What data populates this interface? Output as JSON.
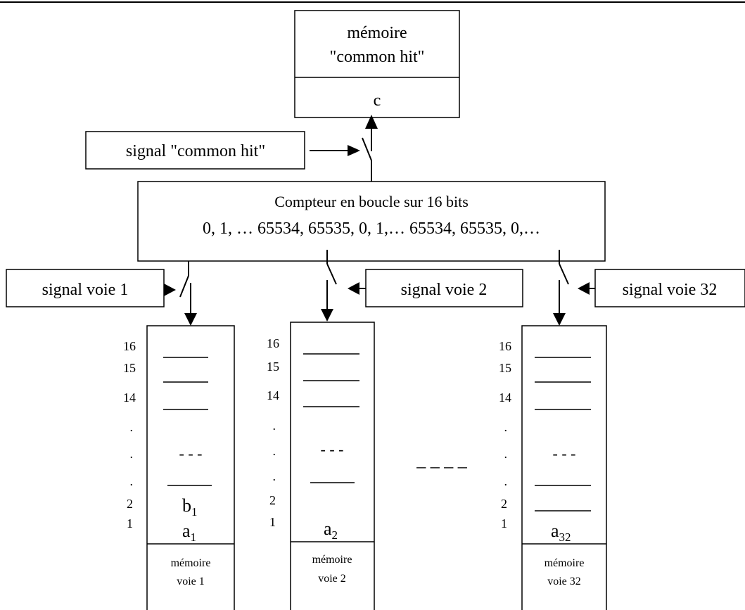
{
  "common_memory": {
    "title_line1": "mémoire",
    "title_line2": "\"common hit\"",
    "value": "c"
  },
  "common_signal": {
    "label": "signal \"common hit\""
  },
  "counter": {
    "line1": "Compteur en boucle sur 16 bits",
    "line2": "0, 1, … 65534, 65535, 0, 1,… 65534, 65535, 0,…"
  },
  "channel_signals": {
    "ch1": "signal voie 1",
    "ch2": "signal voie 2",
    "ch32": "signal voie 32"
  },
  "channels": [
    {
      "row_labels": [
        "16",
        "15",
        "14",
        ".",
        ".",
        ".",
        "2",
        "1"
      ],
      "ellipsis": "- - -",
      "b_main": "b",
      "b_sub": "1",
      "a_main": "a",
      "a_sub": "1",
      "footer_line1": "mémoire",
      "footer_line2": "voie 1"
    },
    {
      "row_labels": [
        "16",
        "15",
        "14",
        ".",
        ".",
        ".",
        "2",
        "1"
      ],
      "ellipsis": "- - -",
      "a_main": "a",
      "a_sub": "2",
      "footer_line1": "mémoire",
      "footer_line2": "voie 2"
    },
    {
      "row_labels": [
        "16",
        "15",
        "14",
        ".",
        ".",
        ".",
        "2",
        "1"
      ],
      "ellipsis": "- - -",
      "a_main": "a",
      "a_sub": "32",
      "footer_line1": "mémoire",
      "footer_line2": "voie 32"
    }
  ],
  "between_channels": "_ _ _ _"
}
